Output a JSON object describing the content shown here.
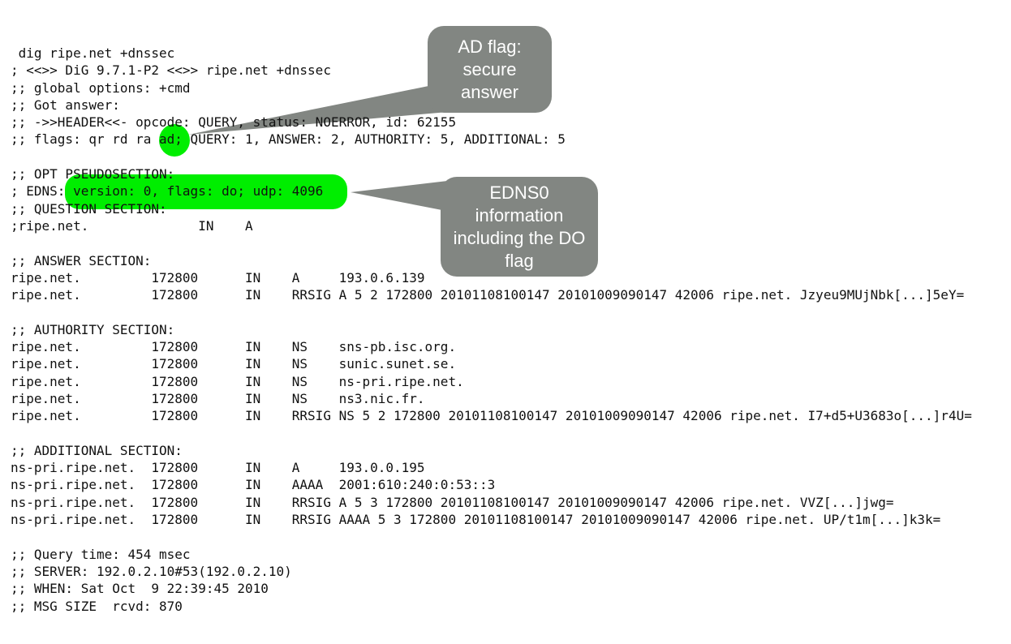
{
  "colors": {
    "highlight": "#00ee00",
    "callout": "#828682",
    "callout_text": "#ffffff"
  },
  "terminal": {
    "lines": [
      " dig ripe.net +dnssec",
      "; <<>> DiG 9.7.1-P2 <<>> ripe.net +dnssec",
      ";; global options: +cmd",
      ";; Got answer:",
      ";; ->>HEADER<<- opcode: QUERY, status: NOERROR, id: 62155",
      ";; flags: qr rd ra ad; QUERY: 1, ANSWER: 2, AUTHORITY: 5, ADDITIONAL: 5",
      "",
      ";; OPT PSEUDOSECTION:",
      "; EDNS: version: 0, flags: do; udp: 4096",
      ";; QUESTION SECTION:",
      ";ripe.net.              IN    A",
      "",
      ";; ANSWER SECTION:",
      "ripe.net.         172800      IN    A     193.0.6.139",
      "ripe.net.         172800      IN    RRSIG A 5 2 172800 20101108100147 20101009090147 42006 ripe.net. Jzyeu9MUjNbk[...]5eY=",
      "",
      ";; AUTHORITY SECTION:",
      "ripe.net.         172800      IN    NS    sns-pb.isc.org.",
      "ripe.net.         172800      IN    NS    sunic.sunet.se.",
      "ripe.net.         172800      IN    NS    ns-pri.ripe.net.",
      "ripe.net.         172800      IN    NS    ns3.nic.fr.",
      "ripe.net.         172800      IN    RRSIG NS 5 2 172800 20101108100147 20101009090147 42006 ripe.net. I7+d5+U3683o[...]r4U=",
      "",
      ";; ADDITIONAL SECTION:",
      "ns-pri.ripe.net.  172800      IN    A     193.0.0.195",
      "ns-pri.ripe.net.  172800      IN    AAAA  2001:610:240:0:53::3",
      "ns-pri.ripe.net.  172800      IN    RRSIG A 5 3 172800 20101108100147 20101009090147 42006 ripe.net. VVZ[...]jwg=",
      "ns-pri.ripe.net.  172800      IN    RRSIG AAAA 5 3 172800 20101108100147 20101009090147 42006 ripe.net. UP/t1m[...]k3k=",
      "",
      ";; Query time: 454 msec",
      ";; SERVER: 192.0.2.10#53(192.0.2.10)",
      ";; WHEN: Sat Oct  9 22:39:45 2010",
      ";; MSG SIZE  rcvd: 870"
    ]
  },
  "callouts": {
    "ad_flag": "AD flag: secure answer",
    "edns0": "EDNS0 information including the DO flag"
  }
}
